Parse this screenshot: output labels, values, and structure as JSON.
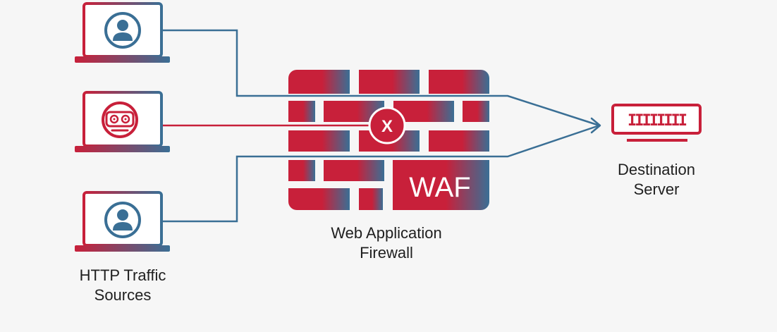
{
  "sources": {
    "label_line1": "HTTP Traffic",
    "label_line2": "Sources",
    "icons": [
      "user-icon",
      "bot-icon",
      "user-icon"
    ]
  },
  "firewall": {
    "badge": "WAF",
    "block_mark": "X",
    "label_line1": "Web Application",
    "label_line2": "Firewall"
  },
  "destination": {
    "label_line1": "Destination",
    "label_line2": "Server",
    "rack_marks": "IIIIIIII"
  },
  "colors": {
    "red": "#c8203a",
    "blue": "#3a6f95",
    "text": "#1f1f1f",
    "background": "#f6f6f6"
  }
}
